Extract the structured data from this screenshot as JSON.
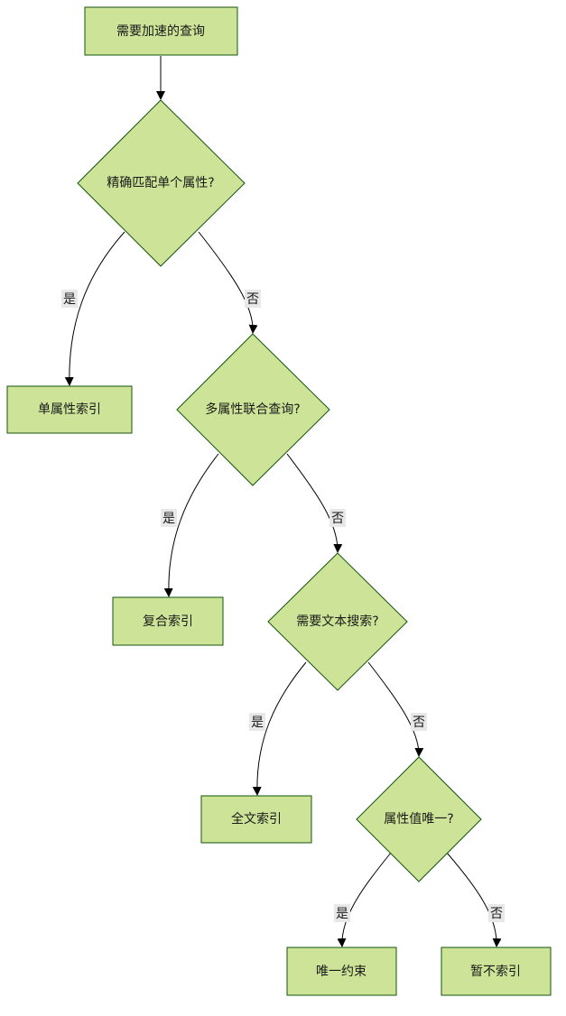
{
  "diagram": {
    "nodes": {
      "start": "需要加速的查询",
      "q1": "精确匹配单个属性?",
      "single": "单属性索引",
      "q2": "多属性联合查询?",
      "composite": "复合索引",
      "q3": "需要文本搜索?",
      "fulltext": "全文索引",
      "q4": "属性值唯一?",
      "unique": "唯一约束",
      "none": "暂不索引"
    },
    "edge_labels": {
      "yes": "是",
      "no": "否"
    },
    "colors": {
      "node_fill": "#cde498",
      "node_stroke": "#13540c",
      "edge": "#000000",
      "label_bg": "#e8e8e8"
    }
  }
}
